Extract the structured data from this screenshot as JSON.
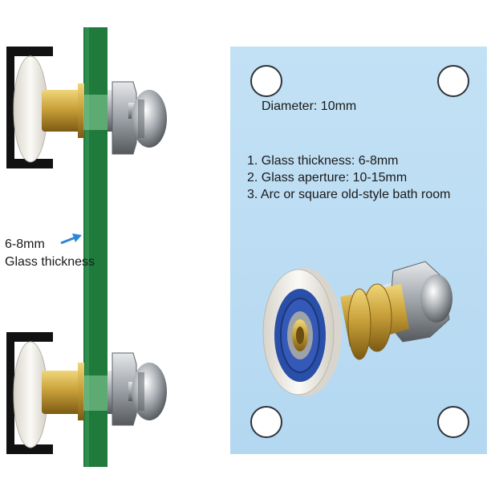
{
  "colors": {
    "background": "#ffffff",
    "glass": "#1f7a3c",
    "panel": "#bfe0f5",
    "brass": "#c9a13a",
    "steel": "#9ea3a8",
    "wheel": "#f2f0ea",
    "bearing": "#2a4fa8",
    "arrow": "#2f86d6"
  },
  "labels": {
    "diameter": "Diameter: 10mm",
    "specs": [
      "1. Glass thickness: 6-8mm",
      "2. Glass aperture: 10-15mm",
      "3. Arc or square old-style bath room"
    ],
    "thickness_value": "6-8mm",
    "thickness_label": "Glass thickness"
  },
  "icons": {
    "arrow": "arrow-right-icon"
  }
}
